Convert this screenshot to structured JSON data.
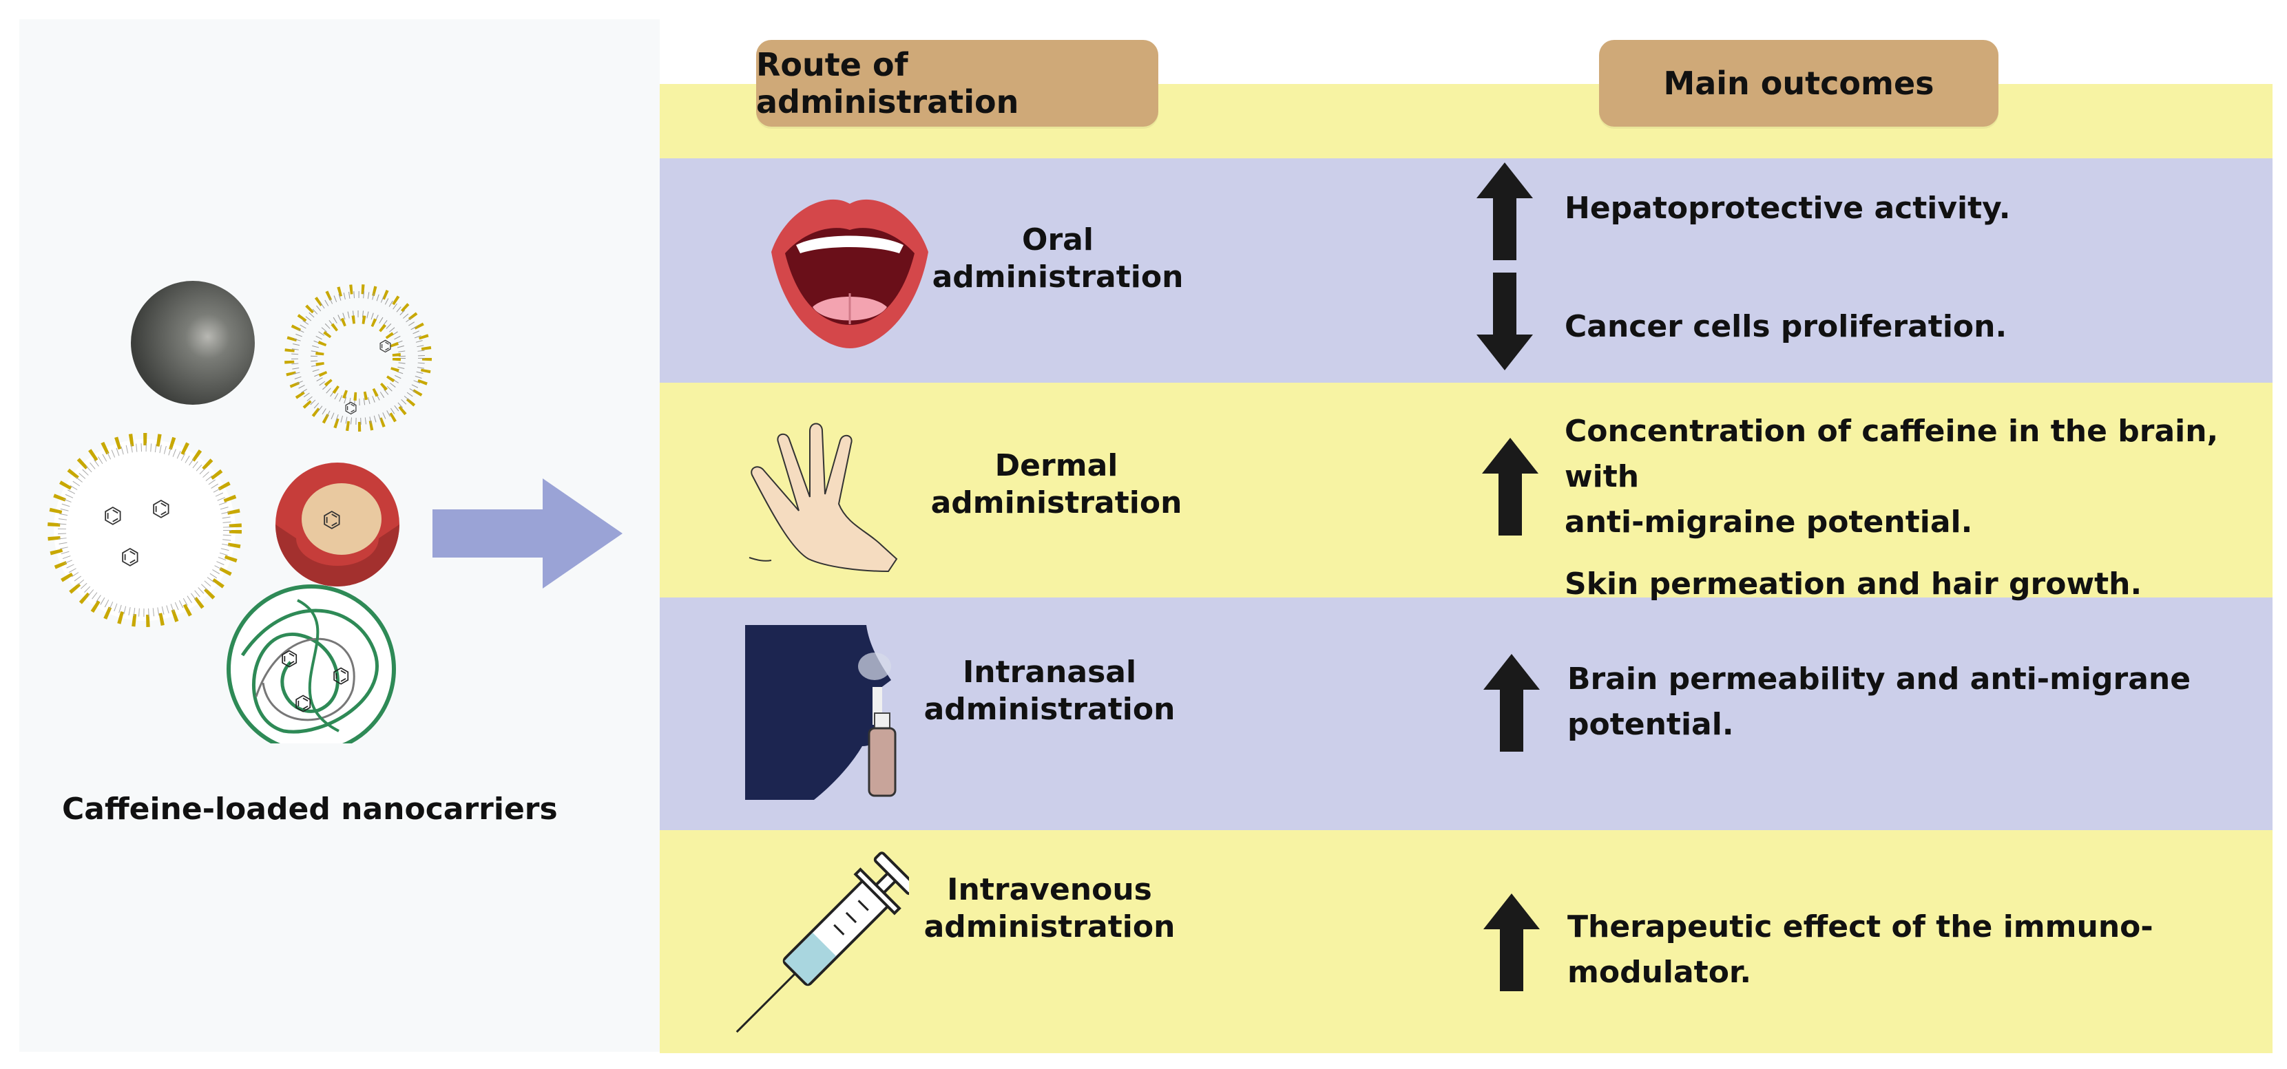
{
  "header": {
    "route_title": "Route of administration",
    "outcome_title": "Main outcomes"
  },
  "caption": "Caffeine-loaded nanocarriers",
  "routes": [
    {
      "label_line1": "Oral",
      "label_line2": "administration",
      "icon": "mouth-icon",
      "outcomes": [
        {
          "direction": "up",
          "text": "Hepatoprotective activity."
        },
        {
          "direction": "down",
          "text": "Cancer cells proliferation."
        }
      ]
    },
    {
      "label_line1": "Dermal",
      "label_line2": "administration",
      "icon": "hand-icon",
      "outcomes": [
        {
          "direction": "up",
          "line1": "Concentration of caffeine in the brain, with",
          "line2": "anti-migraine potential.",
          "line3": "Skin permeation and hair growth."
        }
      ]
    },
    {
      "label_line1": "Intranasal",
      "label_line2": "administration",
      "icon": "nasal-spray-icon",
      "outcomes": [
        {
          "direction": "up",
          "line1": "Brain permeability and anti-migrane",
          "line2": "potential."
        }
      ]
    },
    {
      "label_line1": "Intravenous",
      "label_line2": "administration",
      "icon": "syringe-icon",
      "outcomes": [
        {
          "direction": "up",
          "line1": "Therapeutic effect of the immuno-",
          "line2": "modulator."
        }
      ]
    }
  ],
  "colors": {
    "yellow_band": "#f7f3a3",
    "blue_band": "#cccfea",
    "header_pill": "#cfa978",
    "arrow": "#1a1a1a",
    "big_arrow": "#9aa3d6"
  }
}
